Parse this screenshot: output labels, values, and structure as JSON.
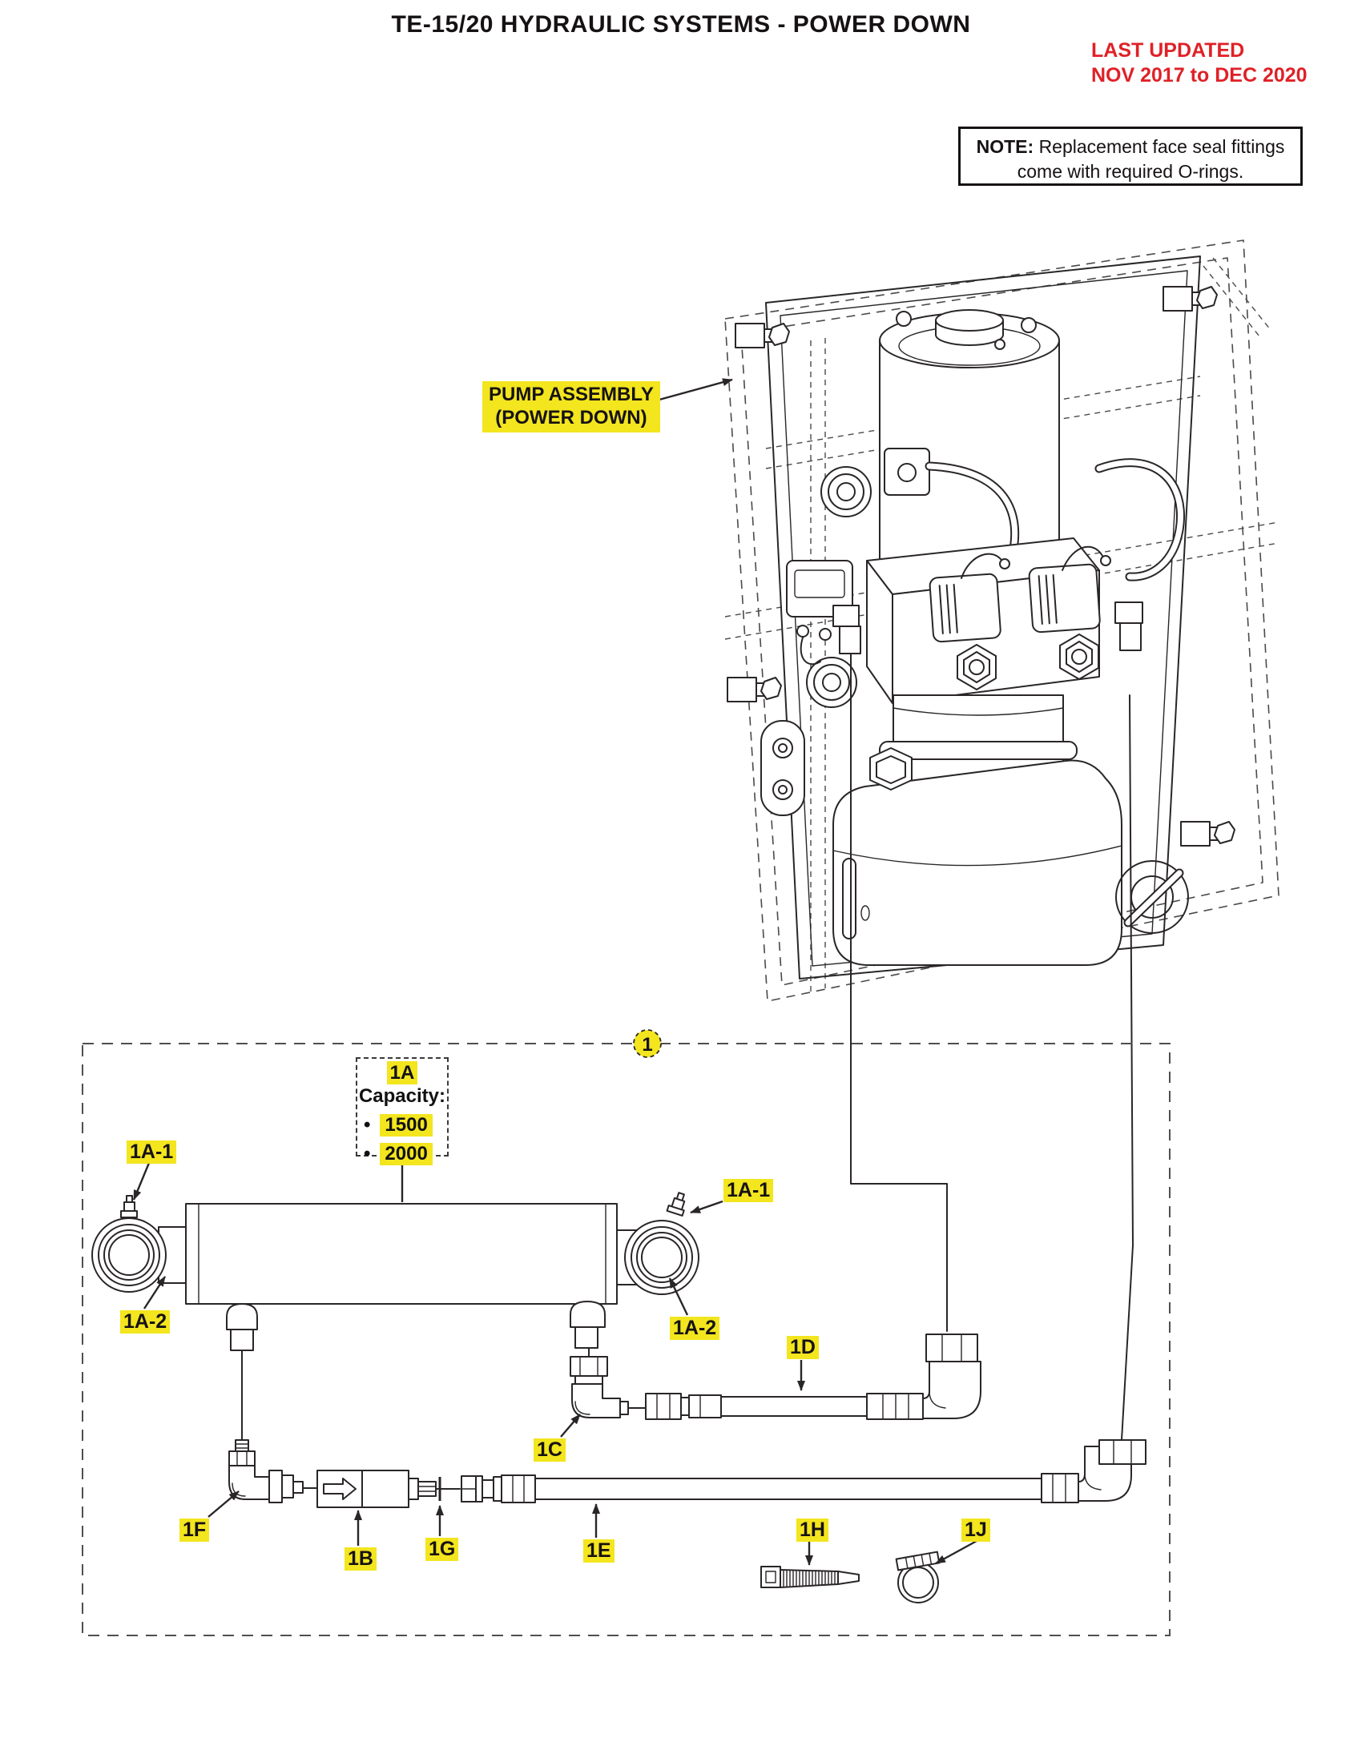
{
  "colors": {
    "highlight": "#f3e51e",
    "red": "#df2127",
    "line": "#2a2627"
  },
  "header": {
    "title": "TE-15/20 HYDRAULIC SYSTEMS - POWER DOWN",
    "last_updated_line1": "LAST UPDATED",
    "last_updated_line2": "NOV 2017 to DEC 2020"
  },
  "note": {
    "label": "NOTE:",
    "line1": "Replacement face seal fittings",
    "line2": "come with required O-rings."
  },
  "pump_label": {
    "line1": "PUMP ASSEMBLY",
    "line2": "(POWER DOWN)"
  },
  "section": {
    "number": "1"
  },
  "capacity_box": {
    "part": "1A",
    "heading": "Capacity:",
    "options": [
      "1500",
      "2000"
    ]
  },
  "callouts": {
    "a1_left": "1A-1",
    "a2_left": "1A-2",
    "a1_right": "1A-1",
    "a2_right": "1A-2",
    "b": "1B",
    "c": "1C",
    "d": "1D",
    "e": "1E",
    "f": "1F",
    "g": "1G",
    "h": "1H",
    "j": "1J"
  }
}
